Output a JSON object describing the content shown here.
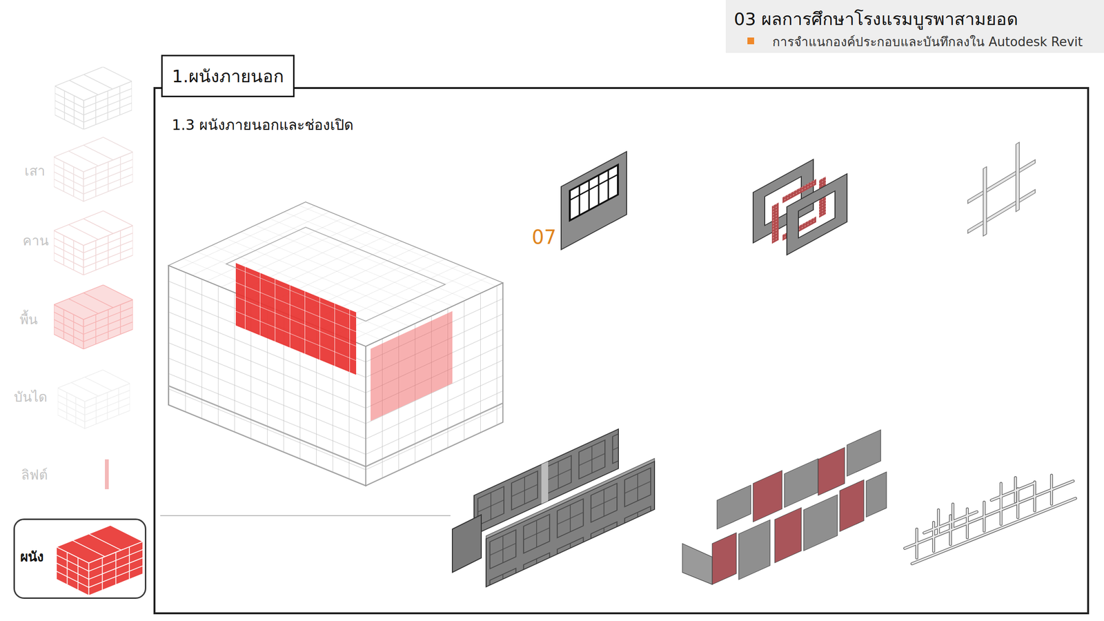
{
  "diagram": {
    "title": "03 ผลการศึกษาโรงแรมบูรพาสามยอด",
    "nodes": [
      {
        "text": [
          "1.ผนังภายนอก"
        ]
      },
      {
        "text": [
          "1.3 ผนังภายนอกและช่องเปิด"
        ]
      },
      {
        "text": [
          "ผนัง"
        ]
      }
    ],
    "labels": [
      "การจำแนกองค์ประกอบและบันทึกลงใน Autodesk Revit",
      "07",
      "เสา",
      "คาน",
      "พื้น",
      "บันได",
      "ลิฟต์"
    ]
  }
}
